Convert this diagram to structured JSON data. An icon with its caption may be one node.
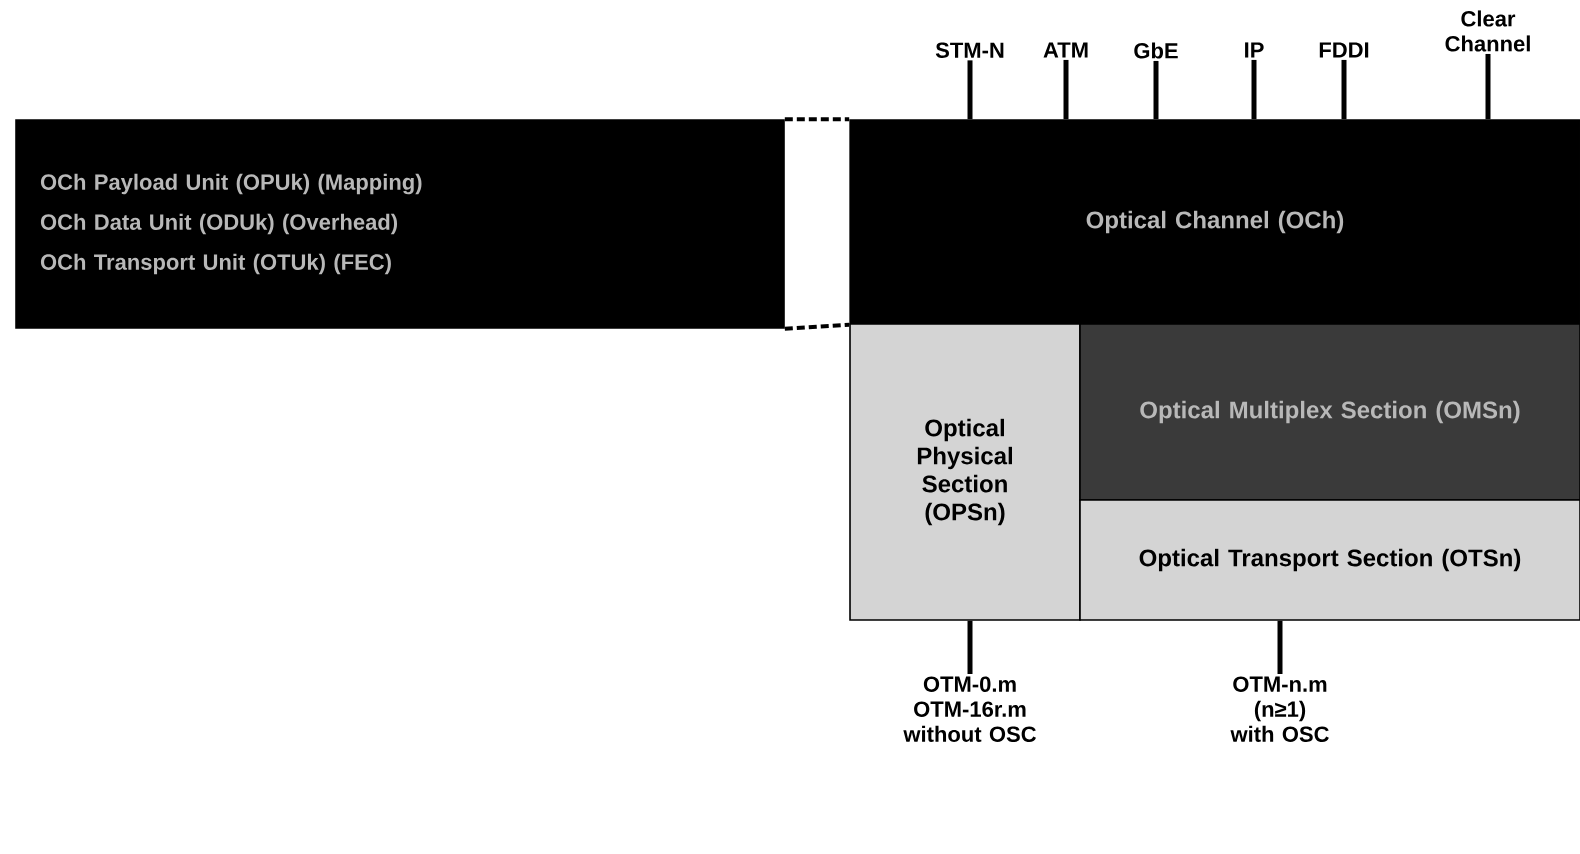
{
  "diagram": {
    "nodes": [
      {
        "text": [
          "OCh Payload Unit (OPUk) (Mapping)",
          "OCh Data Unit (ODUk) (Overhead)",
          "OCh Transport Unit (OTUk) (FEC)"
        ]
      },
      {
        "text": [
          "Optical Channel (OCh)"
        ]
      },
      {
        "text": [
          "Optical Physical Section (OPSn)"
        ]
      },
      {
        "text": [
          "Optical Multiplex Section (OMSn)"
        ]
      },
      {
        "text": [
          "Optical Transport Section (OTSn)"
        ]
      },
      {
        "text": [
          "STM-N"
        ]
      },
      {
        "text": [
          "ATM"
        ]
      },
      {
        "text": [
          "GbE"
        ]
      },
      {
        "text": [
          "IP"
        ]
      },
      {
        "text": [
          "FDDI"
        ]
      },
      {
        "text": [
          "Clear Channel"
        ]
      },
      {
        "text": [
          "OTM-0.m OTM-16r.m without OSC"
        ]
      },
      {
        "text": [
          "OTM-n.m (n≥1) with OSC"
        ]
      }
    ],
    "edges": [
      {
        "from": 0,
        "to": 1,
        "arrow": "none",
        "style": "dashed"
      },
      {
        "from": 5,
        "to": 1,
        "arrow": "none"
      },
      {
        "from": 6,
        "to": 1,
        "arrow": "none"
      },
      {
        "from": 7,
        "to": 1,
        "arrow": "none"
      },
      {
        "from": 8,
        "to": 1,
        "arrow": "none"
      },
      {
        "from": 9,
        "to": 1,
        "arrow": "none"
      },
      {
        "from": 10,
        "to": 1,
        "arrow": "none"
      },
      {
        "from": 2,
        "to": 11,
        "arrow": "none"
      },
      {
        "from": 4,
        "to": 12,
        "arrow": "none"
      }
    ]
  }
}
